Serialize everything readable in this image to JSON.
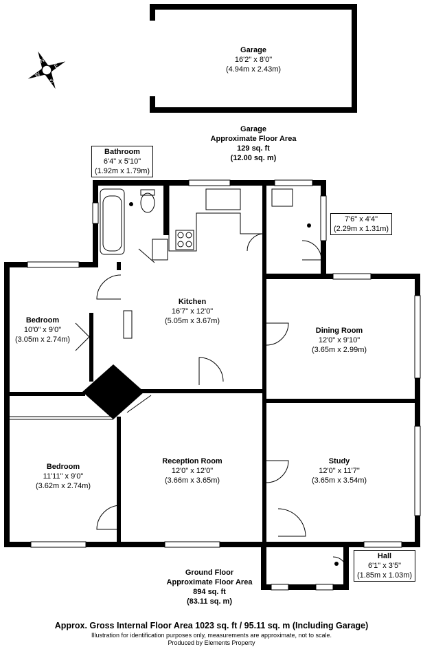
{
  "rooms": {
    "garage": {
      "name": "Garage",
      "imperial": "16'2\" x 8'0\"",
      "metric": "(4.94m x 2.43m)"
    },
    "bathroom": {
      "name": "Bathroom",
      "imperial": "6'4\" x 5'10\"",
      "metric": "(1.92m x 1.79m)"
    },
    "porch": {
      "imperial": "7'6\" x 4'4\"",
      "metric": "(2.29m x 1.31m)"
    },
    "kitchen": {
      "name": "Kitchen",
      "imperial": "16'7\" x 12'0\"",
      "metric": "(5.05m x 3.67m)"
    },
    "bedroom1": {
      "name": "Bedroom",
      "imperial": "10'0\" x 9'0\"",
      "metric": "(3.05m x 2.74m)"
    },
    "dining": {
      "name": "Dining Room",
      "imperial": "12'0\" x 9'10\"",
      "metric": "(3.65m x 2.99m)"
    },
    "bedroom2": {
      "name": "Bedroom",
      "imperial": "11'11\" x 9'0\"",
      "metric": "(3.62m x 2.74m)"
    },
    "reception": {
      "name": "Reception Room",
      "imperial": "12'0\" x 12'0\"",
      "metric": "(3.66m x 3.65m)"
    },
    "study": {
      "name": "Study",
      "imperial": "12'0\" x 11'7\"",
      "metric": "(3.65m x 3.54m)"
    },
    "hall": {
      "name": "Hall",
      "imperial": "6'1\" x 3'5\"",
      "metric": "(1.85m x 1.03m)"
    }
  },
  "garage_area": {
    "line1": "Garage",
    "line2": "Approximate Floor Area",
    "line3": "129 sq. ft",
    "line4": "(12.00 sq. m)"
  },
  "ground_area": {
    "line1": "Ground Floor",
    "line2": "Approximate Floor Area",
    "line3": "894 sq. ft",
    "line4": "(83.11 sq. m)"
  },
  "footer": {
    "total": "Approx. Gross Internal Floor Area 1023 sq. ft / 95.11 sq. m (Including Garage)",
    "disclaimer": "Illustration for identification purposes only, measurements are approximate, not to scale.",
    "credit": "Produced by Elements Property"
  },
  "compass": {
    "letters": [
      "N",
      "E",
      "S",
      "W"
    ]
  }
}
